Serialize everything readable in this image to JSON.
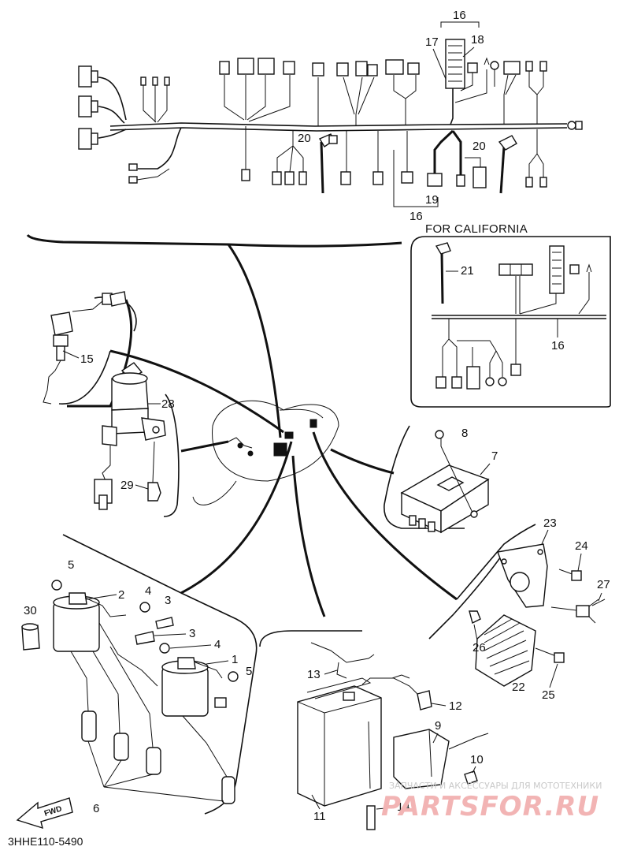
{
  "diagram": {
    "california_label": "FOR CALIFORNIA",
    "part_code": "3HHE110-5490",
    "direction_marker": "FWD",
    "watermark": {
      "line1": "ЗАПЧАСТИ И АКСЕССУАРЫ ДЛЯ МОТОТЕХНИКИ",
      "line2": "PARTSFOR.RU"
    },
    "callouts": {
      "c1": "1",
      "c2": "2",
      "c3a": "3",
      "c3b": "3",
      "c4a": "4",
      "c4b": "4",
      "c5a": "5",
      "c5b": "5",
      "c6": "6",
      "c7": "7",
      "c8": "8",
      "c9": "9",
      "c10": "10",
      "c11": "11",
      "c12": "12",
      "c13": "13",
      "c14": "14",
      "c15": "15",
      "c16a": "16",
      "c16b": "16",
      "c16c": "16",
      "c17": "17",
      "c18": "18",
      "c19": "19",
      "c20a": "20",
      "c20b": "20",
      "c21": "21",
      "c22": "22",
      "c23": "23",
      "c24": "24",
      "c25": "25",
      "c26": "26",
      "c27": "27",
      "c28": "28",
      "c29": "29",
      "c30": "30"
    }
  }
}
